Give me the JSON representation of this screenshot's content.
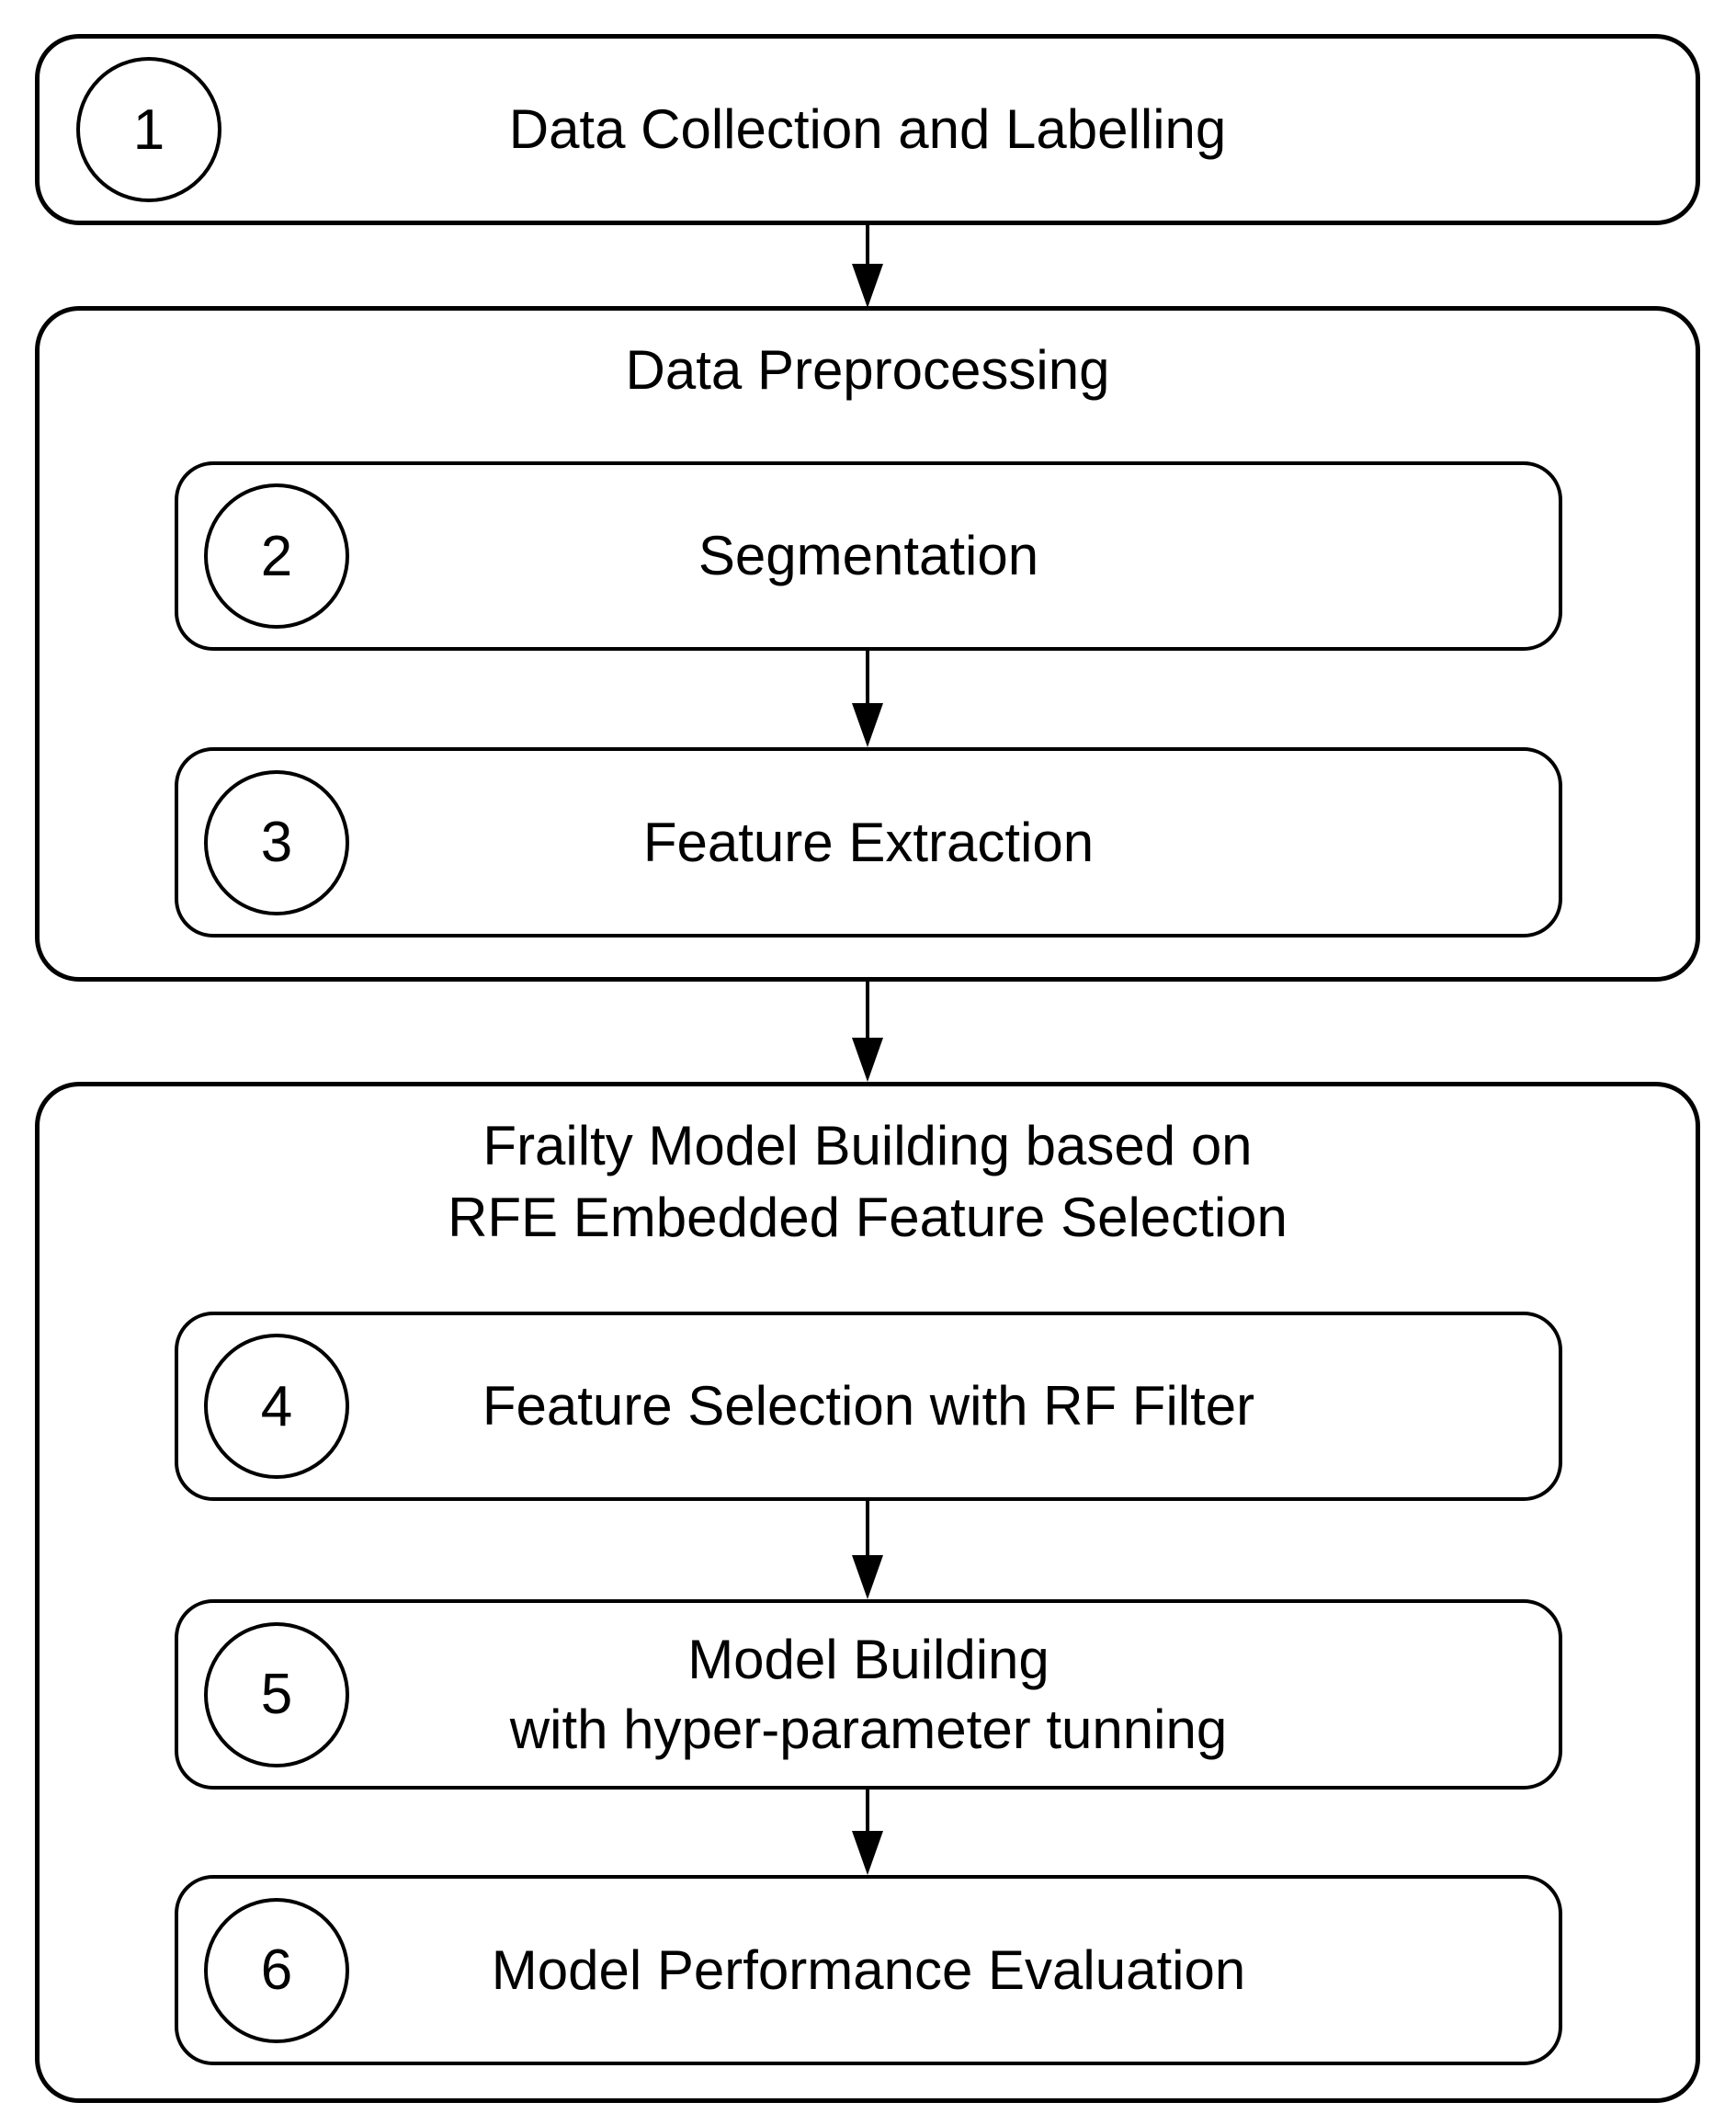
{
  "colors": {
    "line": "#000000",
    "background": "#ffffff"
  },
  "flow": {
    "step1": {
      "number": "1",
      "label": "Data Collection and Labelling"
    },
    "preprocessing": {
      "title": "Data Preprocessing",
      "step2": {
        "number": "2",
        "label": "Segmentation"
      },
      "step3": {
        "number": "3",
        "label": "Feature Extraction"
      }
    },
    "model_building": {
      "title": "Frailty Model Building based on\nRFE Embedded Feature Selection",
      "step4": {
        "number": "4",
        "label": "Feature Selection with RF Filter"
      },
      "step5": {
        "number": "5",
        "label": "Model Building\nwith hyper-parameter tunning"
      },
      "step6": {
        "number": "6",
        "label": "Model Performance Evaluation"
      }
    }
  }
}
